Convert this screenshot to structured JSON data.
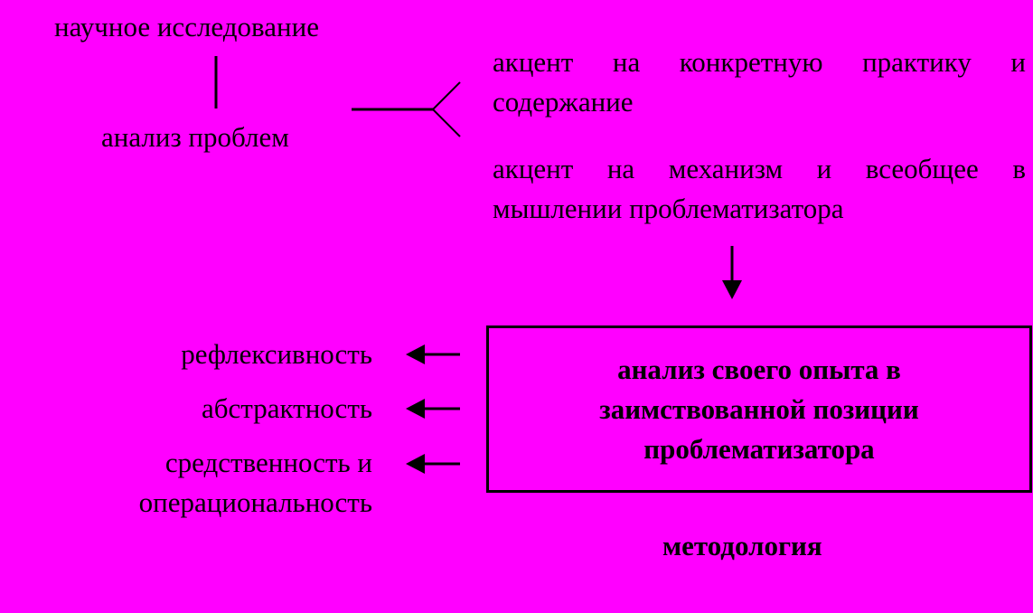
{
  "top_left": {
    "research": "научное исследование",
    "analysis": "анализ проблем"
  },
  "accents": [
    "акцент на конкретную практику и содержание",
    "акцент на механизм и всеобщее в мышлении проблематизатора"
  ],
  "box_text": "анализ своего опыта в заимствованной позиции проблематизатора",
  "properties": [
    "рефлексивность",
    "абстрактность",
    "средственность и операциональность"
  ],
  "methodology": "методология"
}
